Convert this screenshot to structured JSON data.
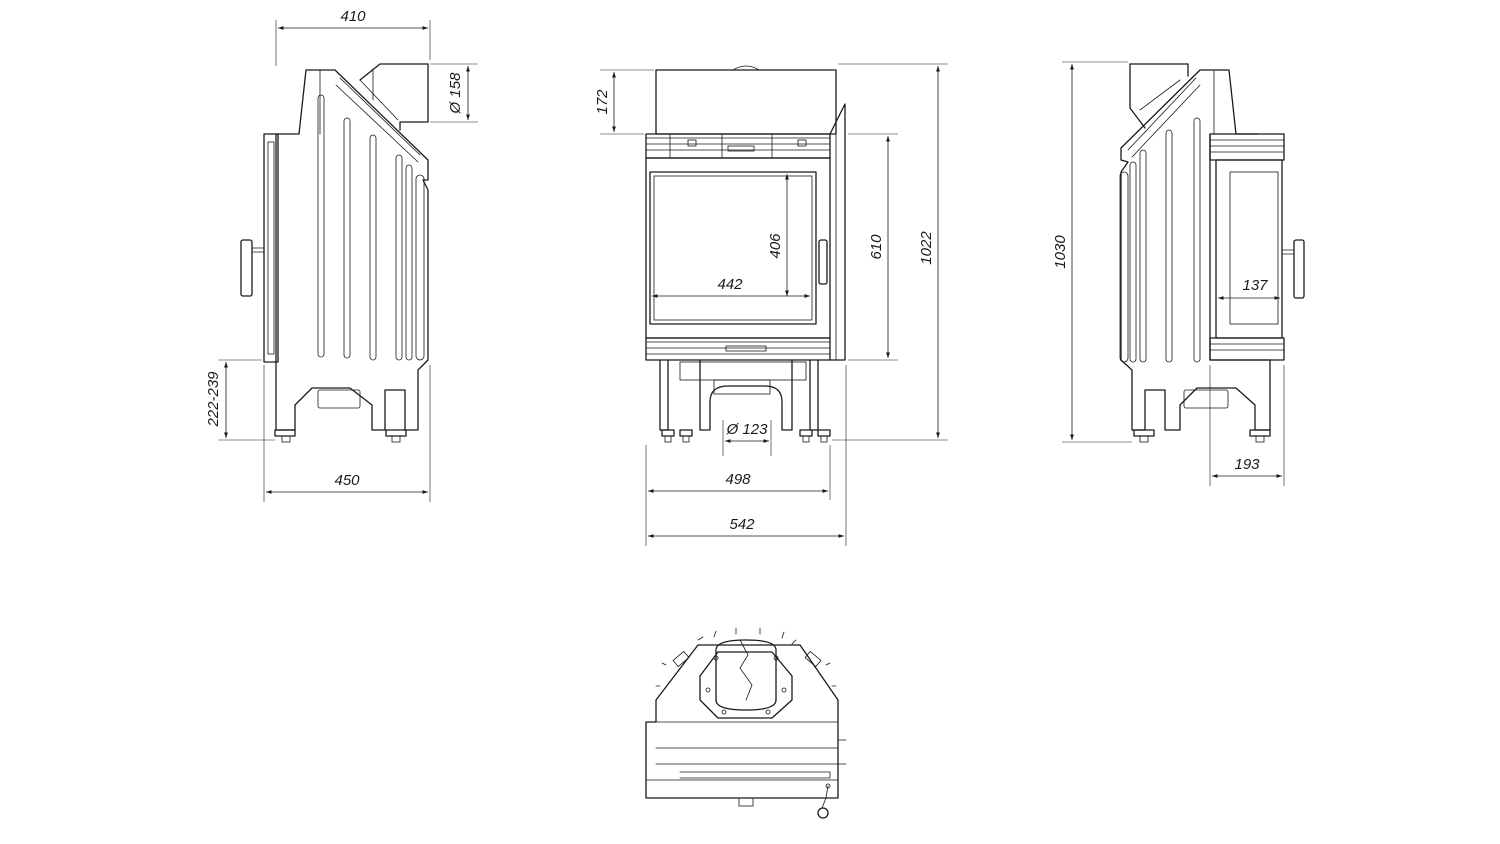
{
  "dimensions": {
    "side_top_width": "410",
    "flue_diameter_side": "Ø 158",
    "floor_clearance": "222-239",
    "side_depth": "450",
    "top_section_height": "172",
    "glass_height": "406",
    "glass_width": "442",
    "door_height": "610",
    "front_height": "1022",
    "air_inlet_diameter": "Ø 123",
    "door_frame_width": "498",
    "total_width": "542",
    "right_height": "1030",
    "side_glass_width": "137",
    "side_offset": "193"
  },
  "colors": {
    "line": "#1a1a1a",
    "background": "#ffffff"
  }
}
